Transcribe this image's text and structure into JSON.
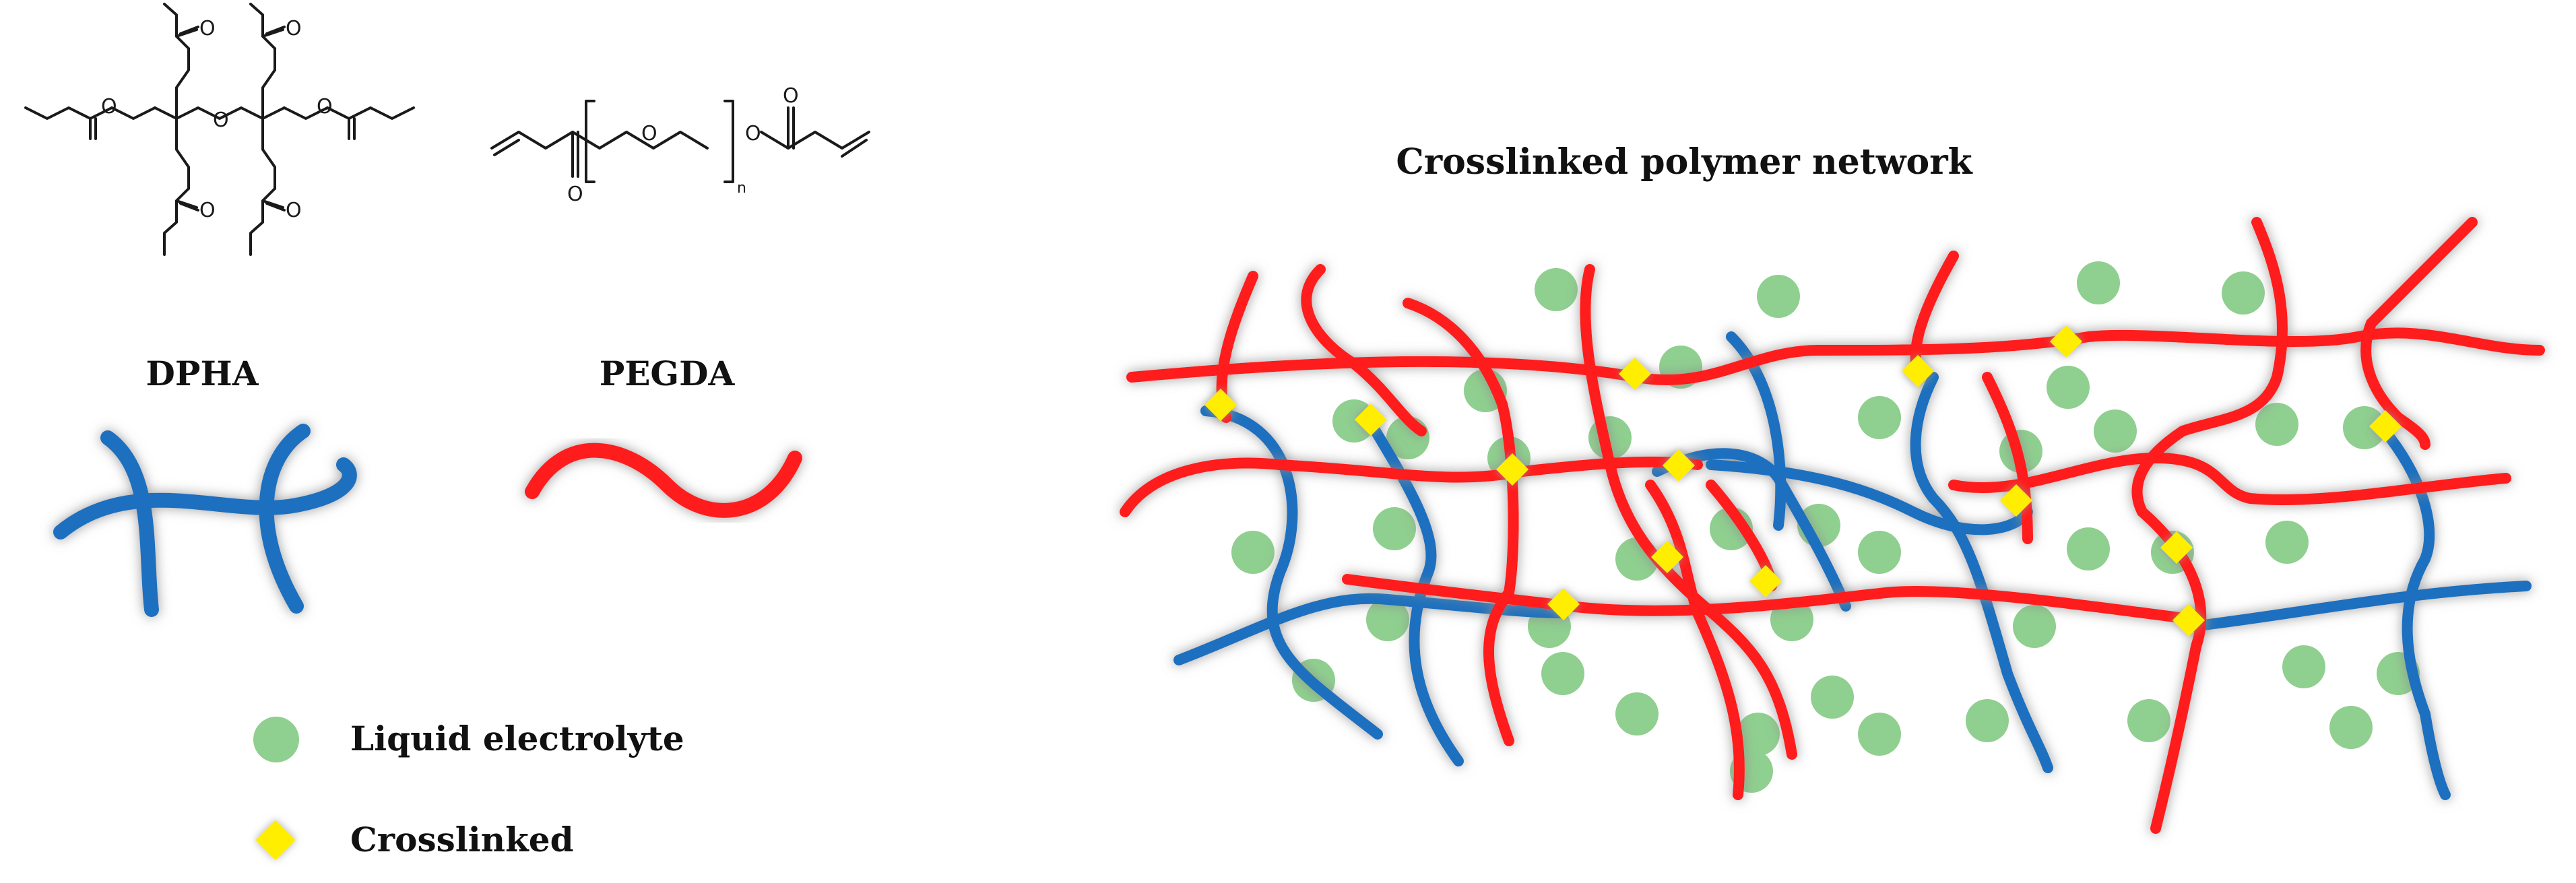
{
  "labels": {
    "dpha": "DPHA",
    "pegda": "PEGDA",
    "network_title": "Crosslinked polymer network",
    "legend_electrolyte": "Liquid electrolyte",
    "legend_crosslinked": "Crosslinked"
  },
  "atoms": {
    "oxygen": "O",
    "repeat_n": "n"
  },
  "colors": {
    "dpha_chain": "#1f6fbf",
    "pegda_chain": "#ff1a1a",
    "electrolyte": "#8fcf8f",
    "crosslink": "#ffee00",
    "glow": "#9a9a9a",
    "text": "#111111"
  }
}
